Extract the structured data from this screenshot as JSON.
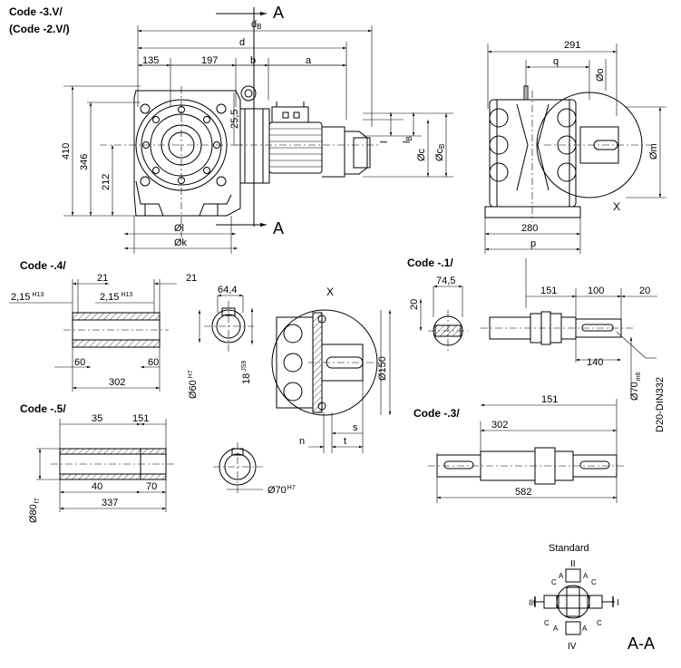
{
  "codes": {
    "code_3v": "Code -3.V/",
    "code_2v": "(Code -2.V/)",
    "code_4": "Code -.4/",
    "code_1": "Code -.1/",
    "code_5": "Code -.5/",
    "code_3": "Code -.3/"
  },
  "section_marks": {
    "a_top": "A",
    "a_bottom": "A",
    "x_main": "X",
    "x_detail": "X",
    "aa": "A-A"
  },
  "main_view": {
    "dB": "d",
    "dB_sub": "B",
    "d": "d",
    "d135": "135",
    "d197": "197",
    "b": "b",
    "a": "a",
    "h410": "410",
    "h346": "346",
    "h212": "212",
    "h255": "25,5",
    "l": "l",
    "lB": "l",
    "lB_sub": "B",
    "Oc": "Øc",
    "OcB": "Øc",
    "OcB_sub": "B",
    "Ol": "Øl",
    "Ok": "Øk"
  },
  "side_view": {
    "d291": "291",
    "q": "q",
    "Oo": "Øo",
    "Om": "Øm",
    "d280": "280",
    "p": "p"
  },
  "code4_view": {
    "d21a": "21",
    "d21b": "21",
    "d215a": "2,15",
    "d215a_tol": "H13",
    "d215b": "2,15",
    "d215b_tol": "H13",
    "d60a": "60",
    "d60b": "60",
    "d302": "302"
  },
  "keyway_view": {
    "d644": "64,4",
    "O60": "Ø60",
    "O60_tol": "H7",
    "d18": "18",
    "d18_tol": "JS9"
  },
  "detail_x": {
    "O150": "Ø150",
    "s": "s",
    "n": "n",
    "t": "t"
  },
  "code1_view": {
    "d20": "20",
    "d745": "74,5",
    "d151": "151",
    "d100": "100",
    "d20b": "20",
    "d140": "140",
    "O70": "Ø70",
    "O70_tol": "m6",
    "din": "D20-DIN332"
  },
  "code5_view": {
    "d35": "35",
    "d151": "151",
    "d40": "40",
    "d70": "70",
    "d337": "337",
    "O80": "Ø80",
    "O80_tol": "f7"
  },
  "hub_view": {
    "O70": "Ø70",
    "O70_tol": "H7"
  },
  "code3_view": {
    "d151": "151",
    "d302": "302",
    "d582": "582"
  },
  "standard_view": {
    "title": "Standard",
    "pos_i": "I",
    "pos_ii": "II",
    "pos_iii": "III",
    "pos_iv": "IV",
    "c_label": "C",
    "a_label": "A"
  }
}
